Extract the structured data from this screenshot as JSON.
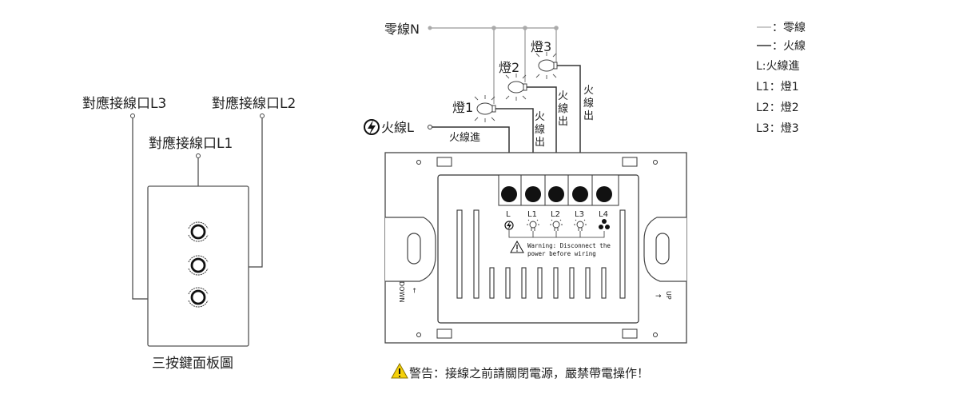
{
  "left_panel": {
    "labels": {
      "port_l3": "對應接線口L3",
      "port_l2": "對應接線口L2",
      "port_l1": "對應接線口L1"
    },
    "caption": "三按鍵面板圖"
  },
  "wiring": {
    "neutral_label": "零線N",
    "live_label": "火線L",
    "live_in_label": "火線進",
    "live_out_label_1": [
      "火",
      "線",
      "出"
    ],
    "live_out_label_2": [
      "火",
      "線",
      "出"
    ],
    "live_out_label_3": [
      "火",
      "線",
      "出"
    ],
    "lamp1": "燈1",
    "lamp2": "燈2",
    "lamp3": "燈3"
  },
  "switch_back": {
    "terminals": [
      "L",
      "L1",
      "L2",
      "L3",
      "L4"
    ],
    "warning_line1": "Warning: Disconnect the",
    "warning_line2": "power before wiring",
    "down_label": "DOWN",
    "up_label": "UP"
  },
  "legend": {
    "neutral": "：零線",
    "live": "：火線",
    "items": [
      "L:火線進",
      "L1：燈1",
      "L2：燈2",
      "L3：燈3"
    ],
    "neutral_color": "#aaaaaa",
    "live_color": "#333333"
  },
  "footer_warning": "警告：接線之前請關閉電源，嚴禁帶電操作！"
}
